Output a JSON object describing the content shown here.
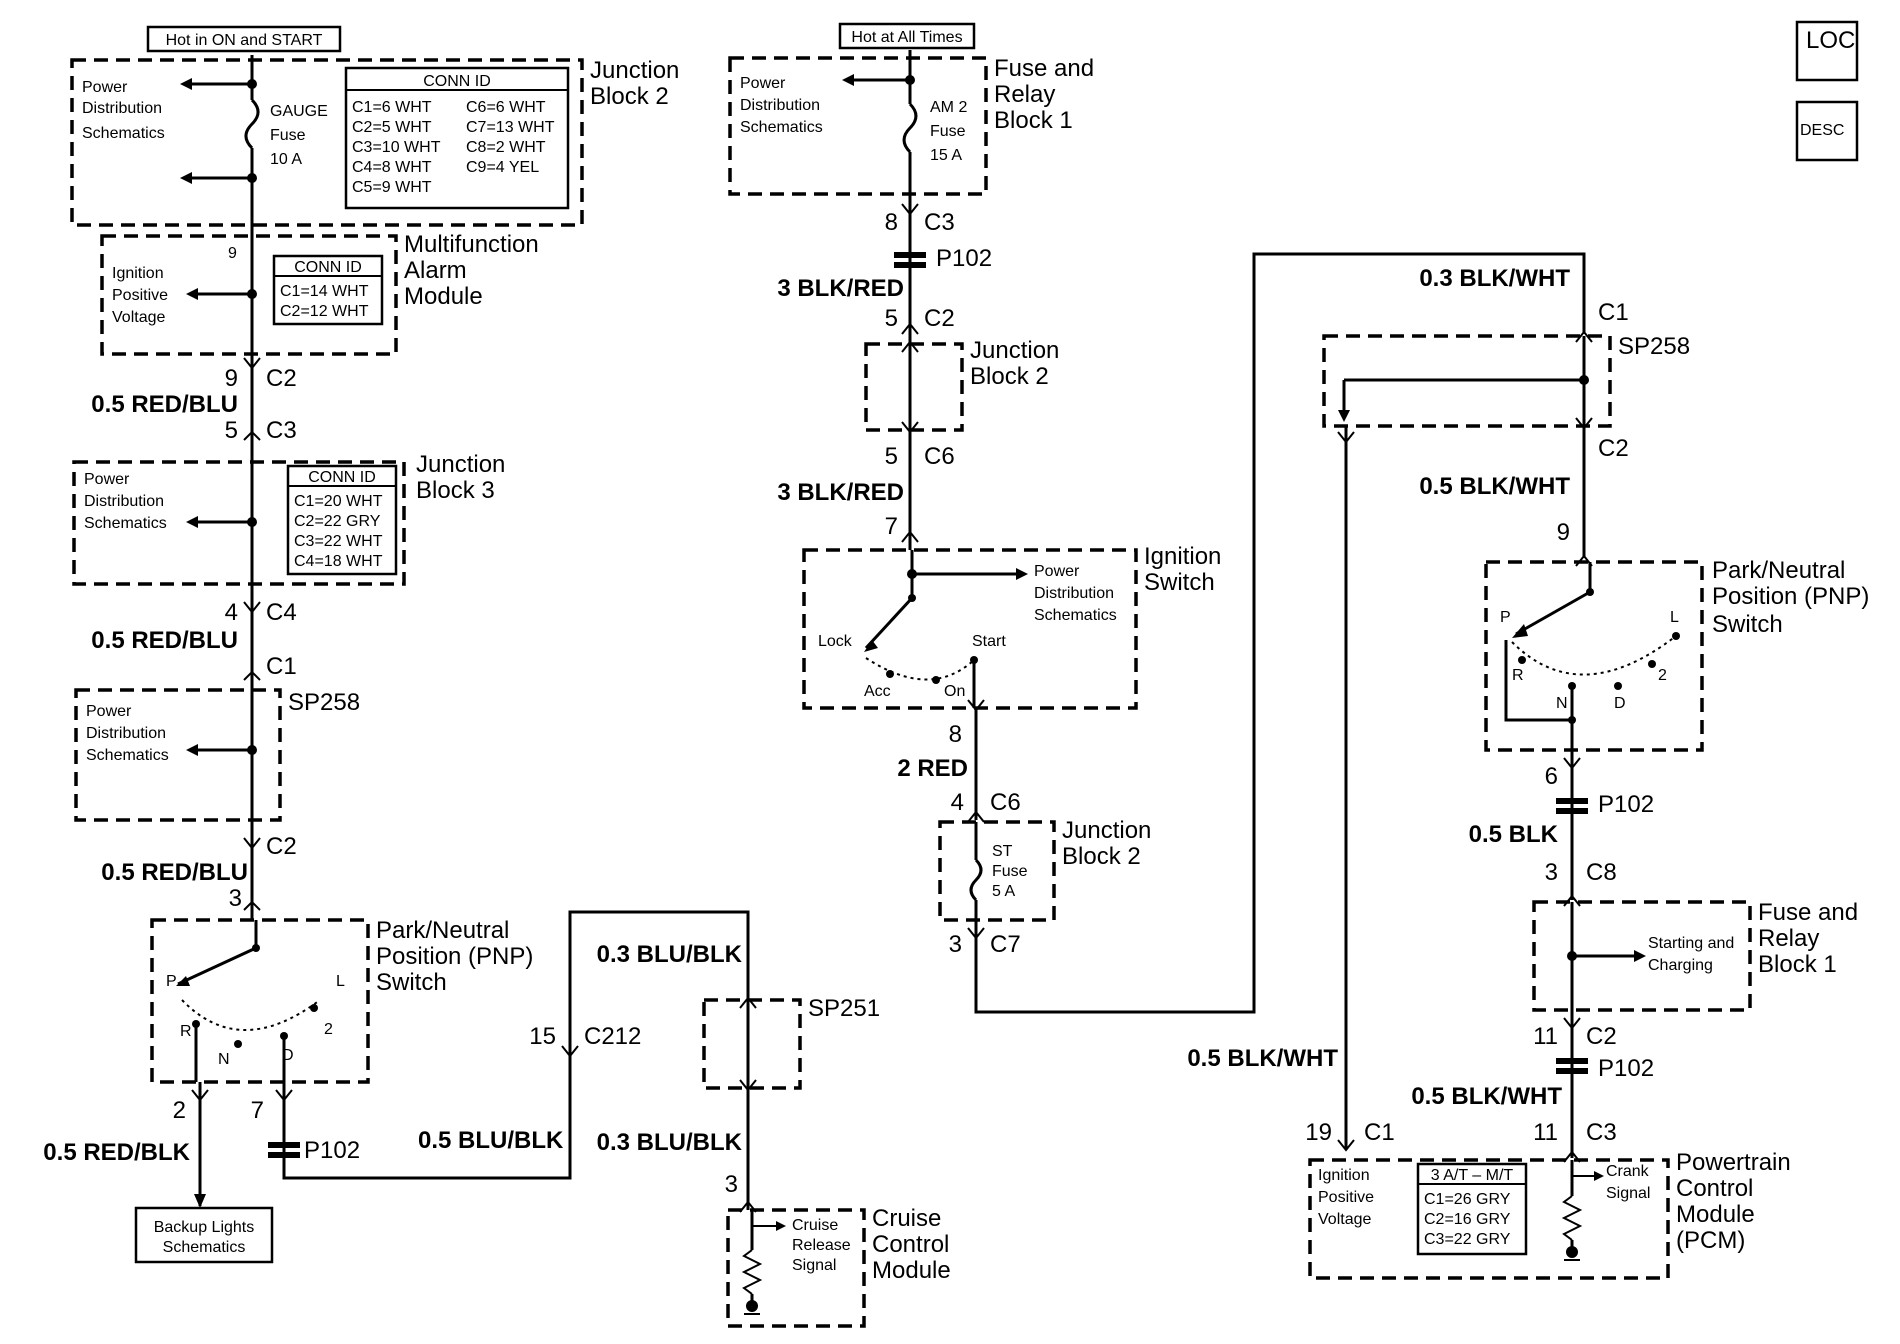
{
  "tags": {
    "hot_on_start": "Hot in ON and START",
    "hot_all_times": "Hot at All Times",
    "loc": "LOC",
    "desc": "DESC"
  },
  "components": {
    "jb2_top": {
      "name1": "Junction",
      "name2": "Block 2",
      "fuse_name": "GAUGE",
      "fuse_word": "Fuse",
      "fuse_amp": "10 A",
      "pd1": "Power",
      "pd2": "Distribution",
      "pd3": "Schematics"
    },
    "conn_jb2": {
      "title": "CONN ID",
      "rows": [
        "C1=6 WHT",
        "C6=6 WHT",
        "C2=5 WHT",
        "C7=13 WHT",
        "C3=10 WHT",
        "C8=2 WHT",
        "C4=8 WHT",
        "C9=4 YEL",
        "C5=9 WHT"
      ]
    },
    "mfam": {
      "name1": "Multifunction",
      "name2": "Alarm",
      "name3": "Module",
      "pin": "9",
      "sig1": "Ignition",
      "sig2": "Positive",
      "sig3": "Voltage"
    },
    "conn_mfam": {
      "title": "CONN ID",
      "rows": [
        "C1=14 WHT",
        "C2=12 WHT"
      ]
    },
    "jb3": {
      "name1": "Junction",
      "name2": "Block 3",
      "pd1": "Power",
      "pd2": "Distribution",
      "pd3": "Schematics"
    },
    "conn_jb3": {
      "title": "CONN ID",
      "rows": [
        "C1=20 WHT",
        "C2=22 GRY",
        "C3=22 WHT",
        "C4=18 WHT"
      ]
    },
    "sp258_left": {
      "name": "SP258",
      "pd1": "Power",
      "pd2": "Distribution",
      "pd3": "Schematics"
    },
    "pnp_left": {
      "name1": "Park/Neutral",
      "name2": "Position (PNP)",
      "name3": "Switch",
      "P": "P",
      "R": "R",
      "N": "N",
      "D": "D",
      "two": "2",
      "L": "L"
    },
    "backup": {
      "l1": "Backup Lights",
      "l2": "Schematics"
    },
    "fuse_relay1_top": {
      "name1": "Fuse and",
      "name2": "Relay",
      "name3": "Block 1",
      "fuse1": "AM 2",
      "fuse2": "Fuse",
      "fuse3": "15 A",
      "pd1": "Power",
      "pd2": "Distribution",
      "pd3": "Schematics"
    },
    "jb2_mid": {
      "name1": "Junction",
      "name2": "Block 2"
    },
    "ign_switch": {
      "name1": "Ignition",
      "name2": "Switch",
      "lock": "Lock",
      "acc": "Acc",
      "on": "On",
      "start": "Start",
      "pd1": "Power",
      "pd2": "Distribution",
      "pd3": "Schematics"
    },
    "jb2_st": {
      "name1": "Junction",
      "name2": "Block 2",
      "f1": "ST",
      "f2": "Fuse",
      "f3": "5 A"
    },
    "sp251": {
      "name": "SP251"
    },
    "ccm": {
      "name1": "Cruise",
      "name2": "Control",
      "name3": "Module",
      "s1": "Cruise",
      "s2": "Release",
      "s3": "Signal"
    },
    "sp258_right": {
      "name": "SP258"
    },
    "pnp_right": {
      "name1": "Park/Neutral",
      "name2": "Position (PNP)",
      "name3": "Switch",
      "P": "P",
      "R": "R",
      "N": "N",
      "D": "D",
      "two": "2",
      "L": "L"
    },
    "fuse_relay1_bot": {
      "name1": "Fuse and",
      "name2": "Relay",
      "name3": "Block 1",
      "s1": "Starting and",
      "s2": "Charging"
    },
    "pcm": {
      "name1": "Powertrain",
      "name2": "Control",
      "name3": "Module",
      "name4": "(PCM)",
      "s1": "Ignition",
      "s2": "Positive",
      "s3": "Voltage",
      "crank1": "Crank",
      "crank2": "Signal"
    },
    "conn_pcm": {
      "title": "3 A/T – M/T",
      "rows": [
        "C1=26 GRY",
        "C2=16 GRY",
        "C3=22 GRY"
      ]
    }
  },
  "wires": {
    "w1": "0.5 RED/BLU",
    "w2": "0.5 RED/BLU",
    "w3": "0.5 RED/BLU",
    "w4": "0.5 RED/BLK",
    "w5": "0.5 BLU/BLK",
    "w6": "0.3 BLU/BLK",
    "w7": "0.3 BLU/BLK",
    "w8": "3 BLK/RED",
    "w9": "3 BLK/RED",
    "w10": "2 RED",
    "w11": "0.3 BLK/WHT",
    "w12": "0.5 BLK/WHT",
    "w13": "0.5 BLK",
    "w14": "0.5 BLK/WHT",
    "w15": "0.5 BLK/WHT"
  },
  "connectors": {
    "a1p": "9",
    "a1c": "C2",
    "a2p": "5",
    "a2c": "C3",
    "a3p": "4",
    "a3c": "C4",
    "a4c": "C1",
    "a5c": "C2",
    "a6p": "3",
    "a7p": "2",
    "a8p": "7",
    "a8c": "P102",
    "a9p": "15",
    "a9c": "C212",
    "a10p": "3",
    "b1p": "8",
    "b1c": "C3",
    "b2c": "P102",
    "b3p": "5",
    "b3c": "C2",
    "b4p": "5",
    "b4c": "C6",
    "b5p": "7",
    "b6p": "8",
    "b7p": "4",
    "b7c": "C6",
    "b8p": "3",
    "b8c": "C7",
    "c1c": "C1",
    "c2c": "C2",
    "c3p": "9",
    "c4p": "6",
    "c4c": "P102",
    "c5p": "3",
    "c5c": "C8",
    "c6p": "11",
    "c6c": "C2",
    "c7c": "P102",
    "c8p": "11",
    "c8c": "C3",
    "c9p": "19",
    "c9c": "C1"
  }
}
